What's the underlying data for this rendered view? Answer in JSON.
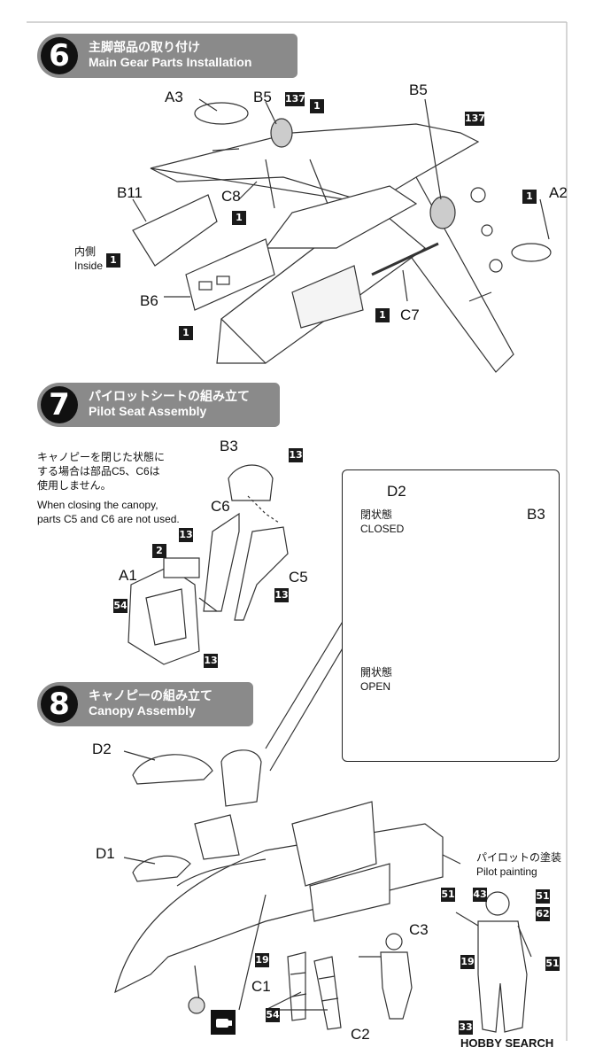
{
  "steps": [
    {
      "number": "6",
      "jp": "主脚部品の取り付け",
      "en": "Main Gear Parts Installation"
    },
    {
      "number": "7",
      "jp": "パイロットシートの組み立て",
      "en": "Pilot Seat Assembly"
    },
    {
      "number": "8",
      "jp": "キャノピーの組み立て",
      "en": "Canopy Assembly"
    }
  ],
  "step6": {
    "labels": {
      "a3": "A3",
      "b5_left": "B5",
      "b5_right": "B5",
      "b11": "B11",
      "c8": "C8",
      "a2": "A2",
      "b6": "B6",
      "c7": "C7"
    },
    "inside_jp": "内側",
    "inside_en": "Inside",
    "badges": {
      "b137a": "137",
      "b1a": "1",
      "b137b": "137",
      "b1b": "1",
      "b1c": "1",
      "b1d": "1",
      "b1e": "1",
      "b1f": "1"
    }
  },
  "step7": {
    "note_jp1": "キャノピーを閉じた状態に",
    "note_jp2": "する場合は部品C5、C6は",
    "note_jp3": "使用しません。",
    "note_en1": "When closing the canopy,",
    "note_en2": "parts C5 and C6 are not used.",
    "labels": {
      "b3": "B3",
      "c6": "C6",
      "a1": "A1",
      "c5": "C5"
    },
    "badges": {
      "b13a": "13",
      "b13b": "13",
      "b2": "2",
      "b54": "54",
      "b13c": "13",
      "b13d": "13"
    }
  },
  "inset": {
    "d2": "D2",
    "b3": "B3",
    "closed_jp": "閉状態",
    "closed_en": "CLOSED",
    "open_jp": "開状態",
    "open_en": "OPEN"
  },
  "step8": {
    "labels": {
      "d2": "D2",
      "d1": "D1",
      "c3": "C3",
      "c1": "C1",
      "c2": "C2"
    },
    "pilot_jp": "パイロットの塗装",
    "pilot_en": "Pilot painting",
    "badges": {
      "b19a": "19",
      "b54a": "54",
      "b51a": "51",
      "b43": "43",
      "b51b": "51",
      "b62": "62",
      "b19b": "19",
      "b51c": "51",
      "b33": "33"
    }
  },
  "watermark": "HOBBY SEARCH"
}
